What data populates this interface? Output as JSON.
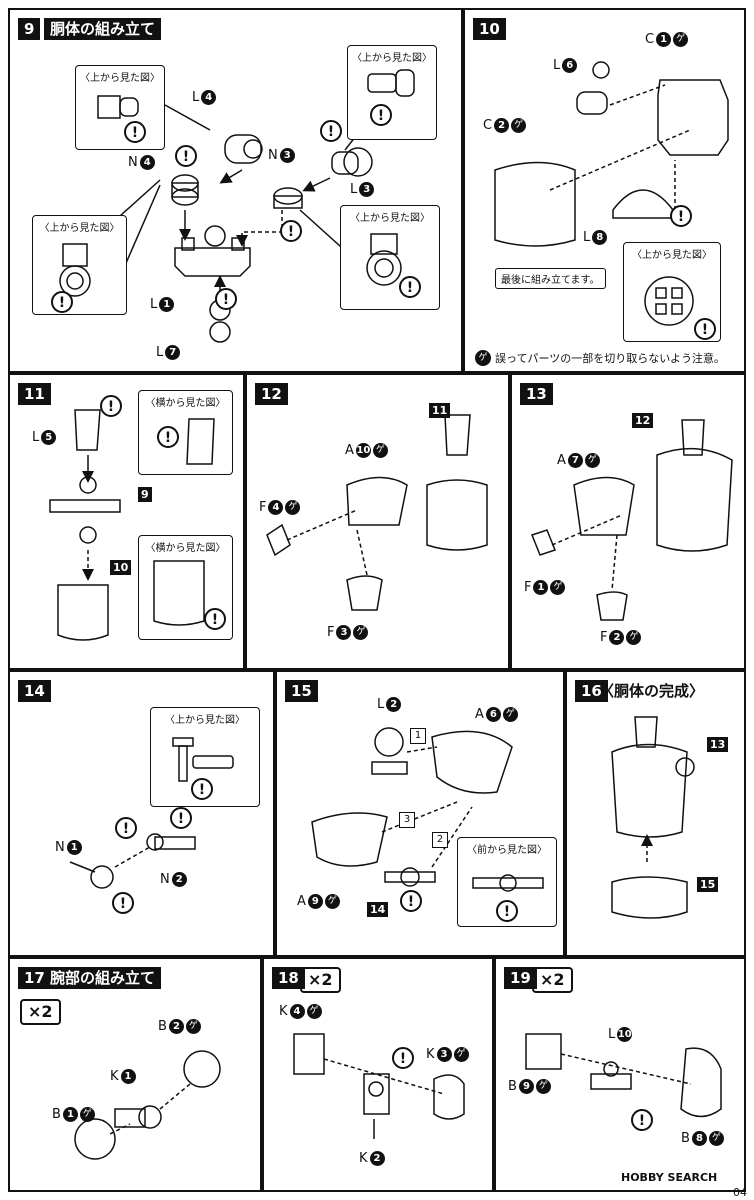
{
  "steps": {
    "s9": {
      "num": "9",
      "title": "胴体の組み立て"
    },
    "s10": {
      "num": "10"
    },
    "s11": {
      "num": "11"
    },
    "s12": {
      "num": "12"
    },
    "s13": {
      "num": "13"
    },
    "s14": {
      "num": "14"
    },
    "s15": {
      "num": "15"
    },
    "s16": {
      "num": "16",
      "title": "〈胴体の完成〉"
    },
    "s17": {
      "num": "17",
      "title": "腕部の組み立て",
      "mult": "×2"
    },
    "s18": {
      "num": "18",
      "mult": "×2"
    },
    "s19": {
      "num": "19",
      "mult": "×2"
    }
  },
  "views": {
    "top": "〈上から見た図〉",
    "side": "〈横から見た図〉",
    "front": "〈前から見た図〉"
  },
  "parts": {
    "L4": {
      "l": "L",
      "n": "4"
    },
    "N4": {
      "l": "N",
      "n": "4"
    },
    "N3": {
      "l": "N",
      "n": "3"
    },
    "L3": {
      "l": "L",
      "n": "3"
    },
    "L1": {
      "l": "L",
      "n": "1"
    },
    "L7": {
      "l": "L",
      "n": "7"
    },
    "L6": {
      "l": "L",
      "n": "6"
    },
    "C1": {
      "l": "C",
      "n": "1"
    },
    "C2": {
      "l": "C",
      "n": "2"
    },
    "L8": {
      "l": "L",
      "n": "8"
    },
    "L5": {
      "l": "L",
      "n": "5"
    },
    "A10": {
      "l": "A",
      "n": "10"
    },
    "F4": {
      "l": "F",
      "n": "4"
    },
    "F3": {
      "l": "F",
      "n": "3"
    },
    "A7": {
      "l": "A",
      "n": "7"
    },
    "F1": {
      "l": "F",
      "n": "1"
    },
    "F2": {
      "l": "F",
      "n": "2"
    },
    "N1": {
      "l": "N",
      "n": "1"
    },
    "N2": {
      "l": "N",
      "n": "2"
    },
    "L2": {
      "l": "L",
      "n": "2"
    },
    "A6": {
      "l": "A",
      "n": "6"
    },
    "A9": {
      "l": "A",
      "n": "9"
    },
    "B2": {
      "l": "B",
      "n": "2"
    },
    "K1": {
      "l": "K",
      "n": "1"
    },
    "B1": {
      "l": "B",
      "n": "1"
    },
    "K4": {
      "l": "K",
      "n": "4"
    },
    "K3": {
      "l": "K",
      "n": "3"
    },
    "K2": {
      "l": "K",
      "n": "2"
    },
    "L10": {
      "l": "L",
      "n": "10"
    },
    "B9": {
      "l": "B",
      "n": "9"
    },
    "B8": {
      "l": "B",
      "n": "8"
    }
  },
  "refs": {
    "r9": "9",
    "r10": "10",
    "r11": "11",
    "r12": "12",
    "r13": "13",
    "r14": "14",
    "r15": "15"
  },
  "seq": [
    "1",
    "2",
    "3"
  ],
  "notes": {
    "last": "最後に組み立てます。"
  },
  "caution": "誤ってパーツの一部を切り取らないよう注意。",
  "warn": "!",
  "cut_glyph": "ゲ",
  "footer": {
    "brand": "HOBBY SEARCH",
    "page": "04"
  }
}
